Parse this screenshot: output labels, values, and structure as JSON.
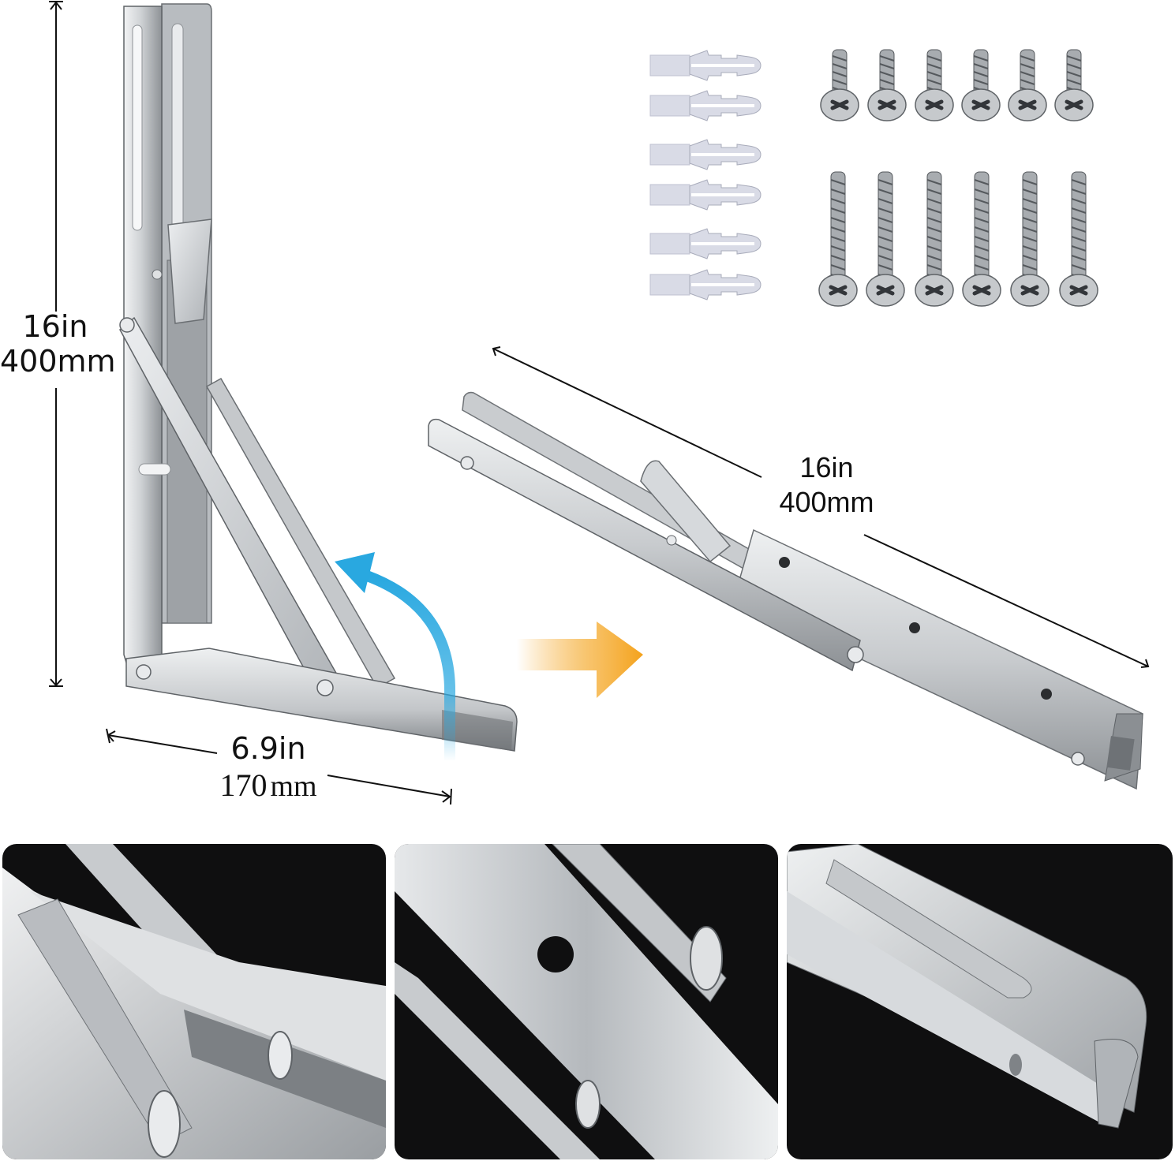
{
  "image": {
    "subject": "Folding stainless steel shelf bracket product photo",
    "background": "#ffffff",
    "accent_colors": {
      "steel_light": "#e6e8ea",
      "steel_mid": "#b9bcc0",
      "steel_dark": "#6f7377",
      "fold_arrow_blue": "#29a8e0",
      "direction_arrow_orange": "#f4a21c",
      "panel_background": "#0f0f10"
    }
  },
  "dimensions": {
    "height": {
      "imperial": "16in",
      "metric": "400mm"
    },
    "depth": {
      "imperial": "6.9in",
      "metric_number": "170",
      "metric_unit": "mm"
    },
    "folded_length": {
      "imperial": "16in",
      "metric": "400mm"
    }
  },
  "hardware": {
    "wall_anchors": {
      "count": 6,
      "color": "#d9dbe6"
    },
    "short_screws": {
      "count": 6
    },
    "long_screws": {
      "count": 6
    }
  },
  "arrows": {
    "fold_arrow": "curved-up-arrow",
    "transition_arrow": "right-arrow"
  },
  "detail_panels": [
    {
      "name": "hinge-rivet-closeup"
    },
    {
      "name": "mounting-hole-closeup"
    },
    {
      "name": "rounded-end-closeup"
    }
  ]
}
